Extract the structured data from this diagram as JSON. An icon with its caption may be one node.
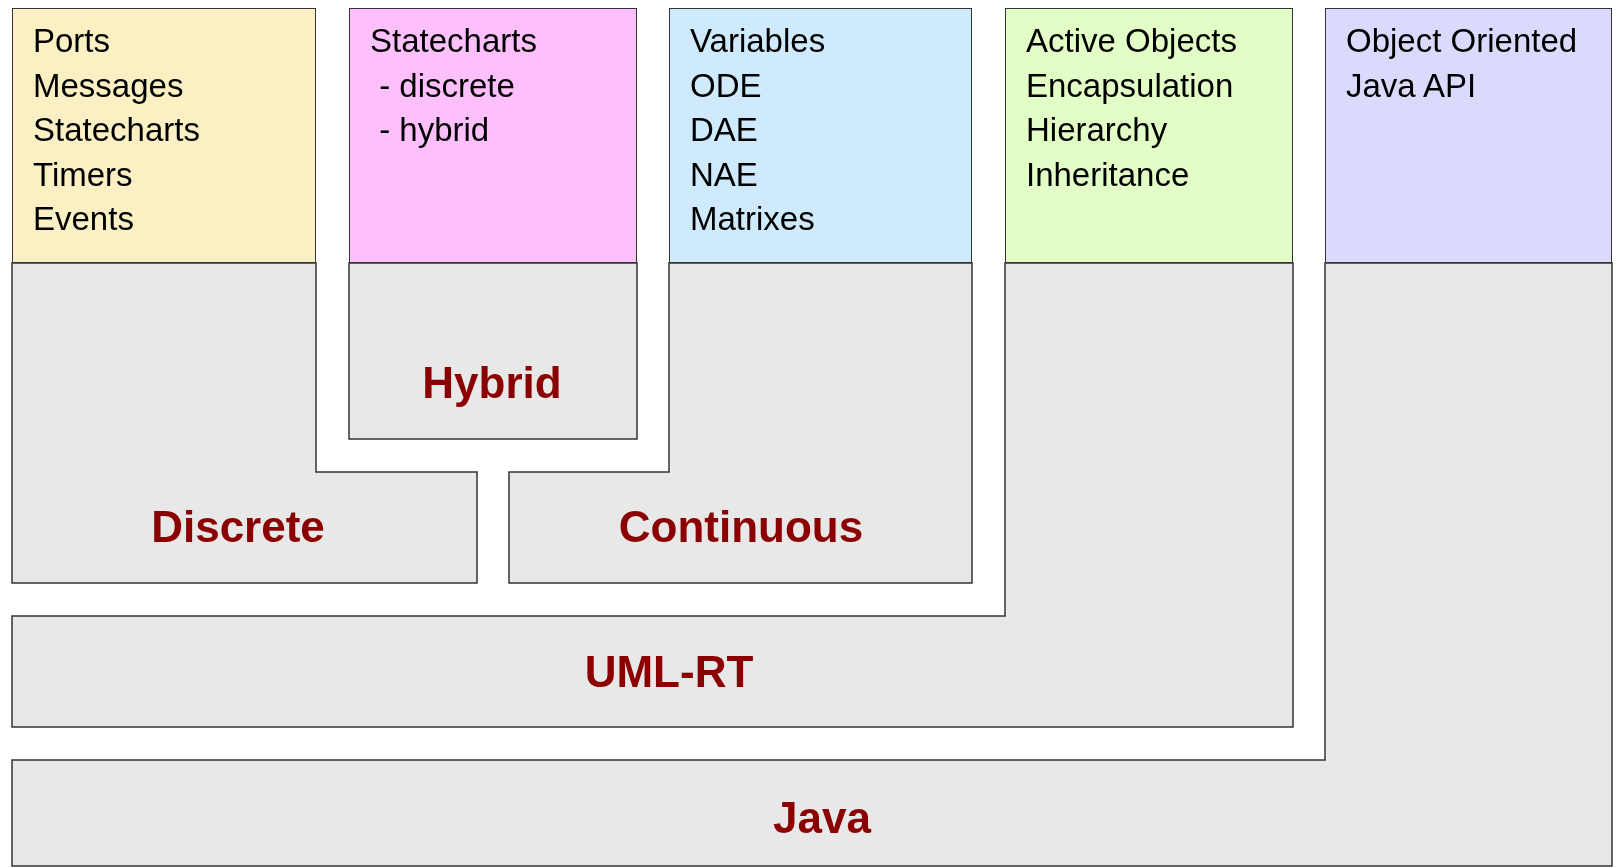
{
  "diagram": {
    "nodes": [
      {
        "text": [
          "Ports",
          "Messages",
          "Statecharts",
          "Timers",
          "Events"
        ]
      },
      {
        "text": [
          "Statecharts",
          " - discrete",
          " - hybrid"
        ]
      },
      {
        "text": [
          "Variables",
          "ODE",
          "DAE",
          "NAE",
          "Matrixes"
        ]
      },
      {
        "text": [
          "Active Objects",
          "Encapsulation",
          "Hierarchy",
          "Inheritance"
        ]
      },
      {
        "text": [
          "Object Oriented",
          "Java API"
        ]
      },
      {
        "text": [
          "Hybrid"
        ]
      },
      {
        "text": [
          "Discrete"
        ]
      },
      {
        "text": [
          "Continuous"
        ]
      },
      {
        "text": [
          "UML-RT"
        ]
      },
      {
        "text": [
          "Java"
        ]
      }
    ]
  }
}
